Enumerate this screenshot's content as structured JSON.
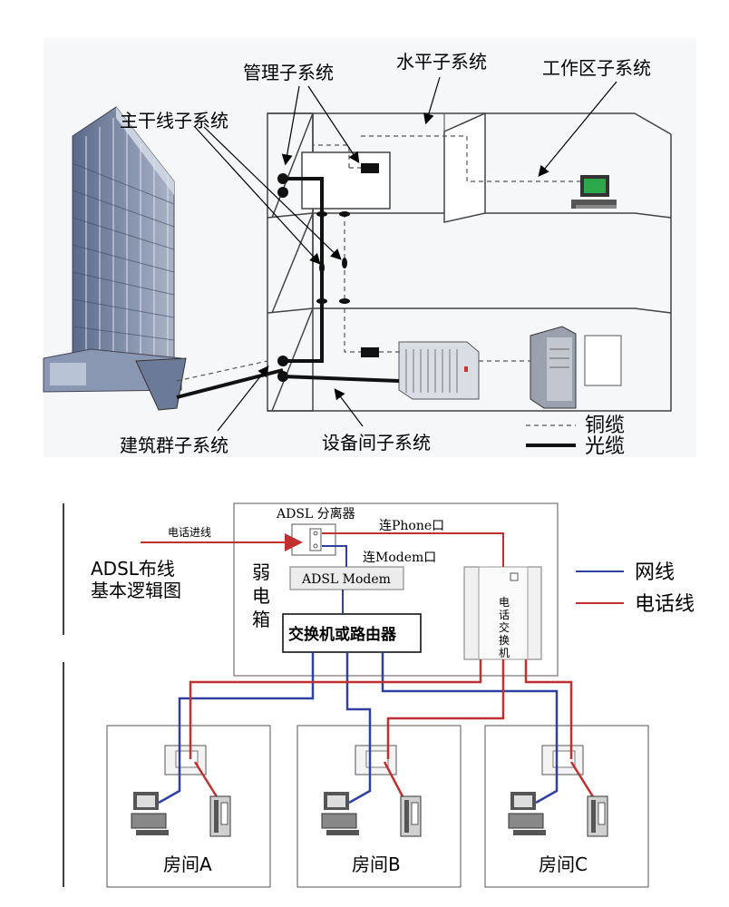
{
  "top_diagram": {
    "labels": {
      "management": "管理子系统",
      "horizontal": "水平子系统",
      "work_area": "工作区子系统",
      "backbone": "主干线子系统",
      "building_group": "建筑群子系统",
      "equipment_room": "设备间子系统"
    },
    "legend": {
      "copper": "铜缆",
      "fiber": "光缆"
    }
  },
  "bottom_diagram": {
    "title_line1": "ADSL布线",
    "title_line2": "基本逻辑图",
    "phone_incoming": "电话进线",
    "splitter": "ADSL 分离器",
    "to_phone": "连Phone口",
    "to_modem": "连Modem口",
    "modem": "ADSL Modem",
    "weak_box_chars": [
      "弱",
      "电",
      "箱"
    ],
    "switch_router": "交换机或路由器",
    "pbx_chars": [
      "电",
      "话",
      "交",
      "换",
      "机"
    ],
    "legend": {
      "network": "网线",
      "phone": "电话线"
    },
    "rooms": [
      "房间A",
      "房间B",
      "房间C"
    ],
    "colors": {
      "network_line": "#3040a0",
      "phone_line": "#c03030"
    }
  }
}
